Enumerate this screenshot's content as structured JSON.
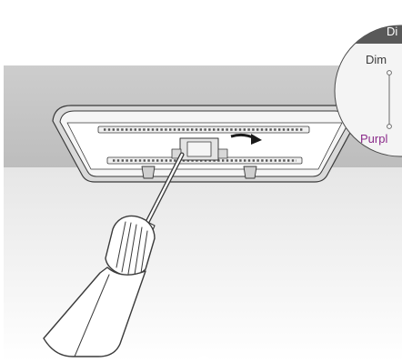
{
  "callout": {
    "header": "Di",
    "top_label": "Dim",
    "bottom_label": "Purpl"
  },
  "colors": {
    "ceiling": "#c4c4c4",
    "wall_top": "#e9e9e9",
    "wall_bottom": "#ffffff",
    "callout_header": "#595959",
    "callout_body": "#f4f4f4",
    "bottom_label": "#8a2a8a",
    "outline": "#3a3a3a"
  },
  "icons": [
    "ceiling-light-panel",
    "screwdriver-icon",
    "arrow-right-icon",
    "magnifier-callout"
  ]
}
